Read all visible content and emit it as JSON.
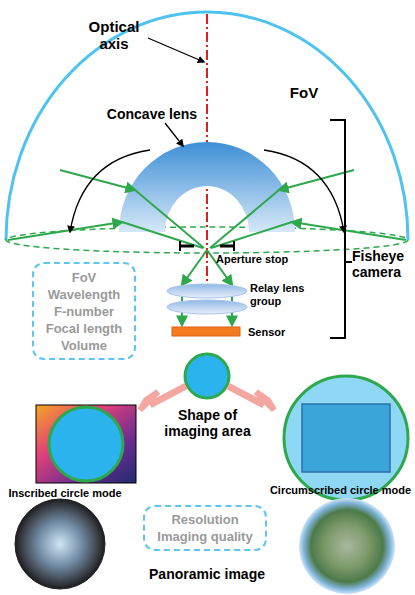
{
  "diagram": {
    "nodes": [
      {
        "text": [
          "FoV",
          "Wavelength",
          "F-number",
          "Focal length",
          "Volume"
        ]
      },
      {
        "text": [
          "Resolution",
          "Imaging quality"
        ]
      }
    ],
    "labels": [
      "Optical axis",
      "FoV",
      "Concave lens",
      "Aperture stop",
      "Relay lens group",
      "Sensor",
      "Fisheye camera",
      "Shape of imaging area",
      "Inscribed circle mode",
      "Circumscribed circle mode",
      "Panoramic image"
    ]
  }
}
